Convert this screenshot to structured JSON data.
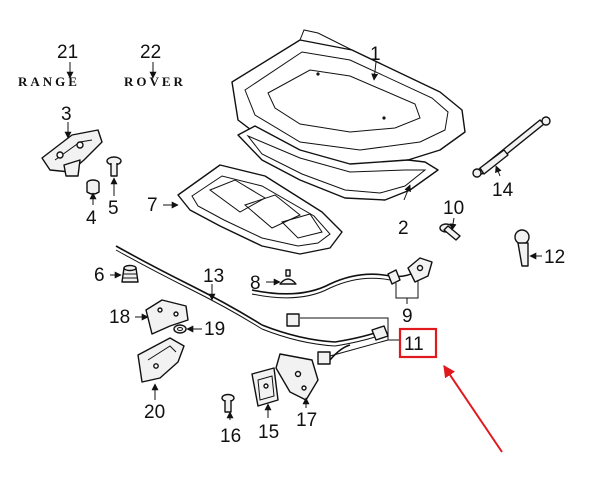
{
  "brand": {
    "word1": "RANGE",
    "word2": "ROVER"
  },
  "callouts": [
    "1",
    "2",
    "3",
    "4",
    "5",
    "6",
    "7",
    "8",
    "9",
    "10",
    "11",
    "12",
    "13",
    "14",
    "15",
    "16",
    "17",
    "18",
    "19",
    "20",
    "21",
    "22"
  ],
  "highlight": {
    "callout": "11",
    "box_color": "#e0191f",
    "arrow_color": "#e0191f"
  }
}
